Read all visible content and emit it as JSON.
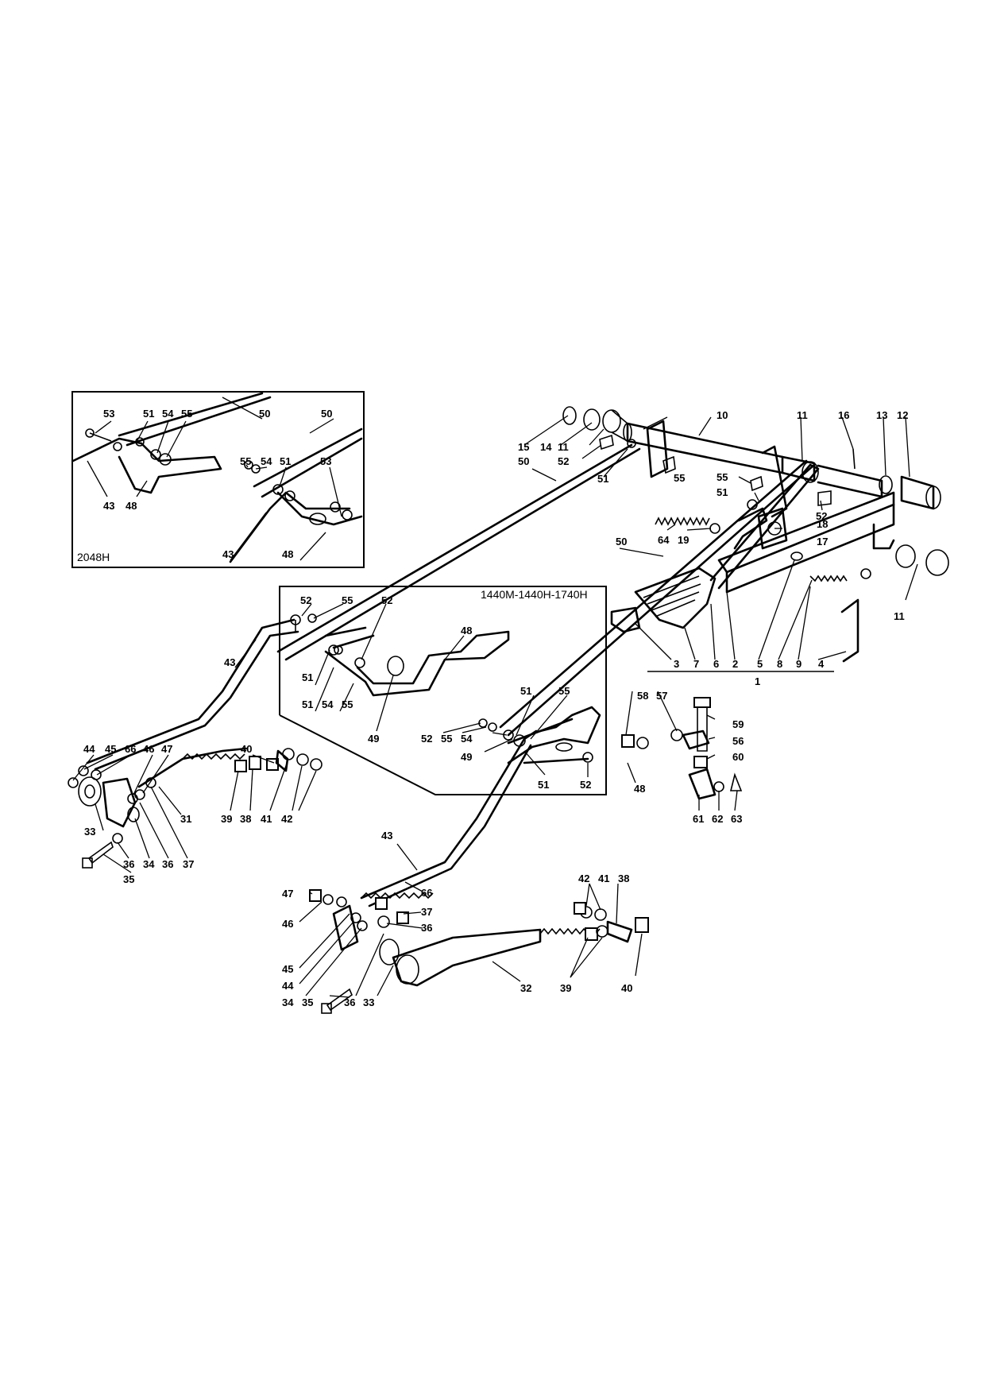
{
  "variants": {
    "inset_a": "2048H",
    "inset_b": "1440M-1440H-1740H"
  },
  "callouts": {
    "n1": "1",
    "n2": "2",
    "n3": "3",
    "n4": "4",
    "n5": "5",
    "n6": "6",
    "n7": "7",
    "n8": "8",
    "n9": "9",
    "n10": "10",
    "n11": "11",
    "n12": "12",
    "n13": "13",
    "n14": "14",
    "n15": "15",
    "n16": "16",
    "n17": "17",
    "n18": "18",
    "n19": "19",
    "n31": "31",
    "n32": "32",
    "n33": "33",
    "n34": "34",
    "n35": "35",
    "n36": "36",
    "n37": "37",
    "n38": "38",
    "n39": "39",
    "n40": "40",
    "n41": "41",
    "n42": "42",
    "n43": "43",
    "n44": "44",
    "n45": "45",
    "n46": "46",
    "n47": "47",
    "n48": "48",
    "n49": "49",
    "n50": "50",
    "n51": "51",
    "n52": "52",
    "n53": "53",
    "n54": "54",
    "n55": "55",
    "n56": "56",
    "n57": "57",
    "n58": "58",
    "n59": "59",
    "n60": "60",
    "n61": "61",
    "n62": "62",
    "n63": "63",
    "n64": "64",
    "n66": "66"
  }
}
